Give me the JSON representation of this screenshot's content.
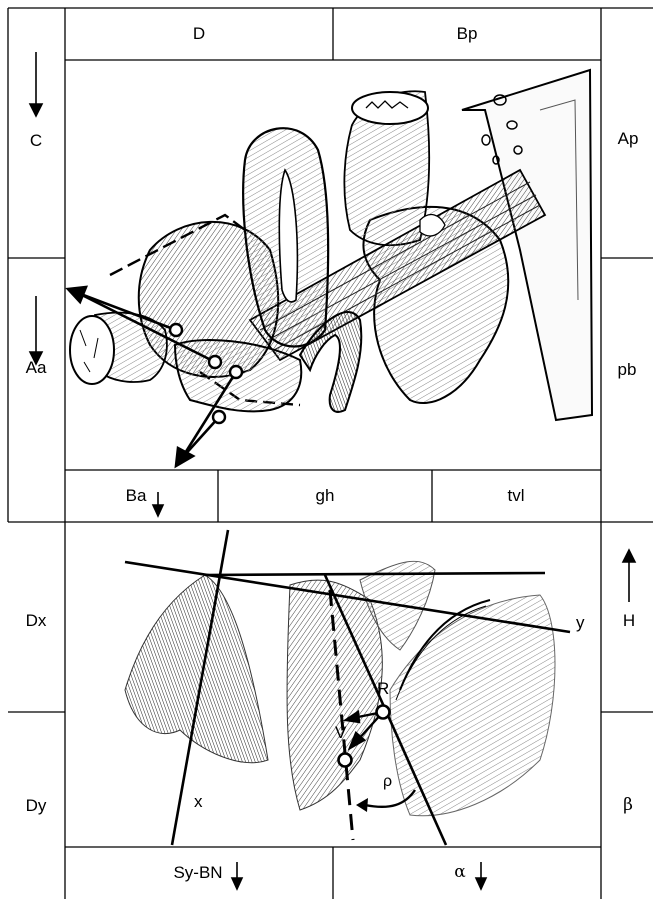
{
  "top_panel": {
    "header_left": "D",
    "header_right": "Bp",
    "left_upper": "C",
    "left_lower": "Aa",
    "right_upper": "Ap",
    "right_lower": "pb",
    "footer_left": "Ba",
    "footer_mid": "gh",
    "footer_right": "tvl"
  },
  "bottom_panel": {
    "left_upper": "Dx",
    "left_lower": "Dy",
    "right_upper": "H",
    "right_lower": "β",
    "footer_left": "Sy-BN",
    "footer_right": "α",
    "line_y": "y",
    "line_x": "x",
    "point_R": "R",
    "point_V": "V",
    "angle_rho": "ρ"
  }
}
